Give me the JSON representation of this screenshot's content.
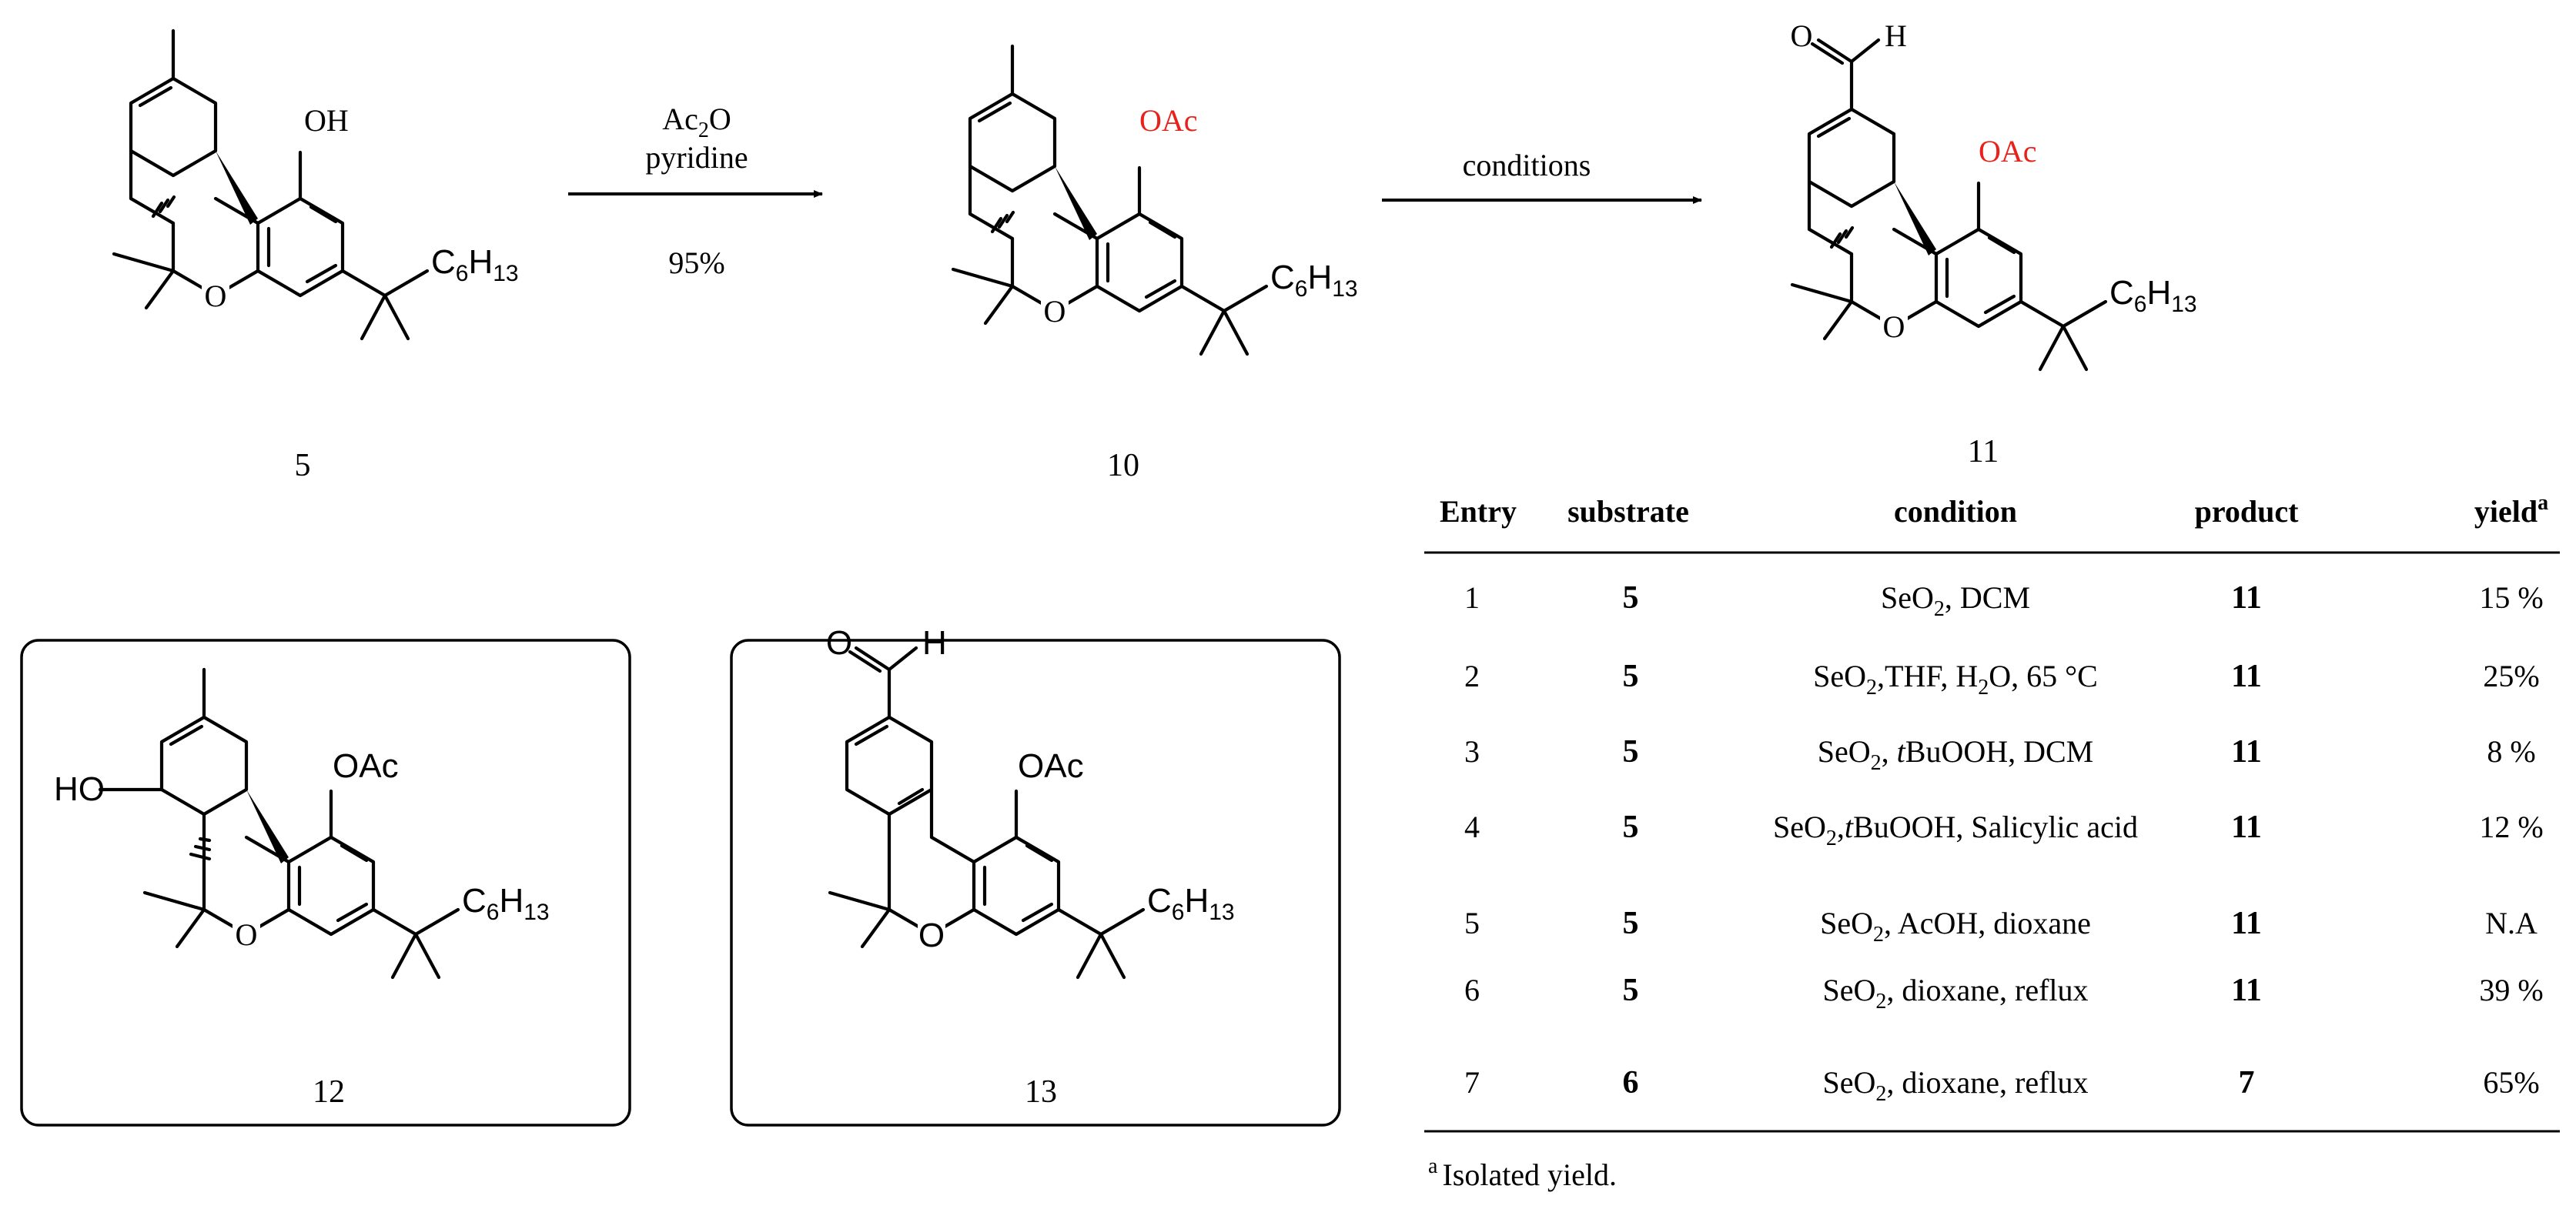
{
  "molecules": {
    "m5": {
      "label": "5",
      "oh": "OH"
    },
    "m10": {
      "label": "10",
      "oac": "OAc"
    },
    "m11": {
      "label": "11",
      "oac": "OAc",
      "cho_o": "O",
      "cho_h": "H"
    },
    "m12": {
      "label": "12",
      "oac": "OAc",
      "ho": "HO"
    },
    "m13": {
      "label": "13",
      "oac": "OAc",
      "cho_o": "O",
      "cho_h": "H"
    },
    "ring_o": "O",
    "chain": {
      "c": "C",
      "c_sub": "6",
      "h": "H",
      "h_sub": "13"
    }
  },
  "reaction1": {
    "reagent_a": "Ac",
    "reagent_a_sub": "2",
    "reagent_a_end": "O",
    "reagent_b": "pyridine",
    "yield": "95%"
  },
  "reaction2": {
    "conditions": "conditions"
  },
  "table": {
    "headers": [
      "Entry",
      "substrate",
      "condition",
      "product",
      "yield"
    ],
    "yield_header_sup": "a",
    "rows": [
      {
        "entry": "1",
        "substrate": "5",
        "cond": [
          "SeO",
          "2",
          ", DCM"
        ],
        "product": "11",
        "yield": "15 %"
      },
      {
        "entry": "2",
        "substrate": "5",
        "cond": [
          "SeO",
          "2",
          ",THF, H",
          "2",
          "O, 65 °C"
        ],
        "product": "11",
        "yield": "25%"
      },
      {
        "entry": "3",
        "substrate": "5",
        "cond": [
          "SeO",
          "2",
          ", ",
          "tBuOOH",
          ", DCM"
        ],
        "product": "11",
        "yield": "8 %"
      },
      {
        "entry": "4",
        "substrate": "5",
        "cond": [
          "SeO",
          "2",
          ",",
          "tBuOOH",
          ", Salicylic acid"
        ],
        "product": "11",
        "yield": "12 %"
      },
      {
        "entry": "5",
        "substrate": "5",
        "cond": [
          "SeO",
          "2",
          ", AcOH, dioxane"
        ],
        "product": "11",
        "yield": "N.A"
      },
      {
        "entry": "6",
        "substrate": "5",
        "cond": [
          "SeO",
          "2",
          ", dioxane, reflux"
        ],
        "product": "11",
        "yield": "39 %"
      },
      {
        "entry": "7",
        "substrate": "6",
        "cond": [
          "SeO",
          "2",
          ", dioxane, reflux"
        ],
        "product": "7",
        "yield": "65%"
      }
    ],
    "footnote_sup": "a",
    "footnote": "Isolated yield."
  }
}
